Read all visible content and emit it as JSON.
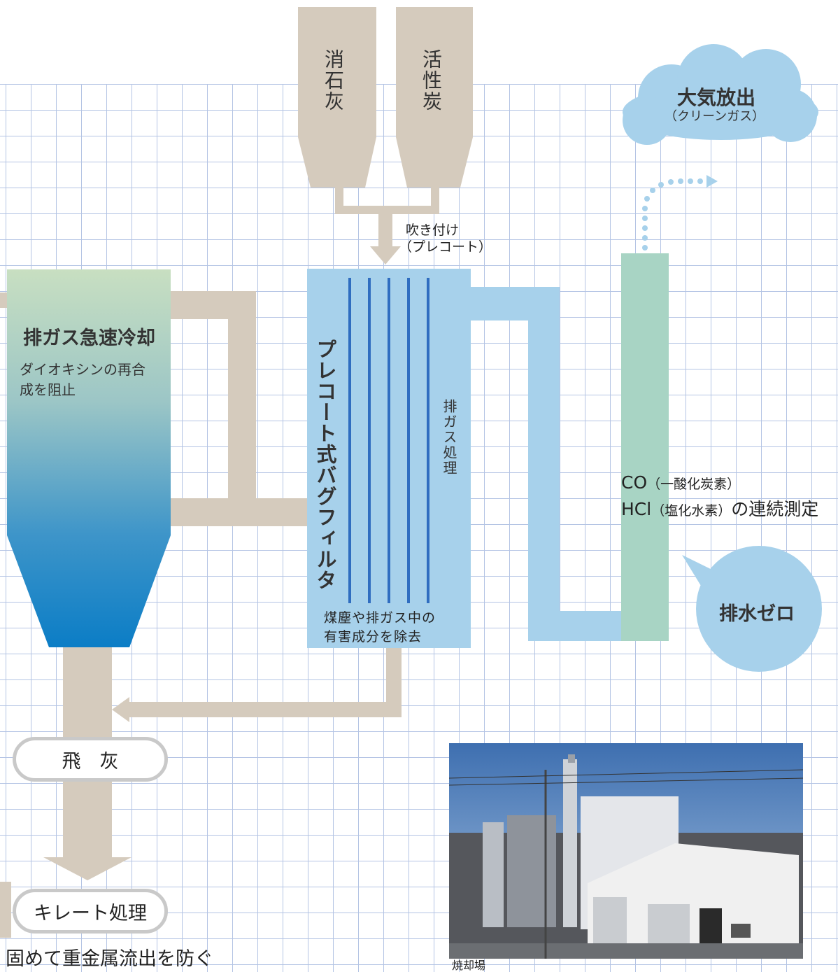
{
  "silos": [
    {
      "label": "消石灰"
    },
    {
      "label": "活性炭"
    }
  ],
  "spray": {
    "line1": "吹き付け",
    "line2": "（プレコート）"
  },
  "cooler": {
    "title": "排ガス急速冷却",
    "desc_line1": "ダイオキシンの再合",
    "desc_line2": "成を阻止"
  },
  "bag_filter": {
    "title": "プレコート式バグフィルタ",
    "side_label": "排ガス処理",
    "desc_line1": "煤塵や排ガス中の",
    "desc_line2": "有害成分を除去"
  },
  "release": {
    "title": "大気放出",
    "sub": "（クリーンガス）"
  },
  "monitoring": {
    "co": "CO",
    "co_note": "（一酸化炭素）",
    "hcl": "HCl",
    "hcl_note": "（塩化水素）",
    "suffix": "の連続測定"
  },
  "wastewater": {
    "label": "排水ゼロ"
  },
  "fly_ash": {
    "label": "飛　灰"
  },
  "chelate": {
    "label": "キレート処理"
  },
  "footer": {
    "text": "固めて重金属流出を防ぐ"
  },
  "photo": {
    "caption": "焼却場"
  },
  "colors": {
    "pipe": "#d5cbbd",
    "filter": "#a7d1eb",
    "filter_tubes": "#2f6dc0",
    "chimney": "#a8d4c4",
    "cooler_top": "#c8dfc1",
    "cooler_bottom": "#0b7dc6",
    "grid": "#b4c4e4"
  }
}
